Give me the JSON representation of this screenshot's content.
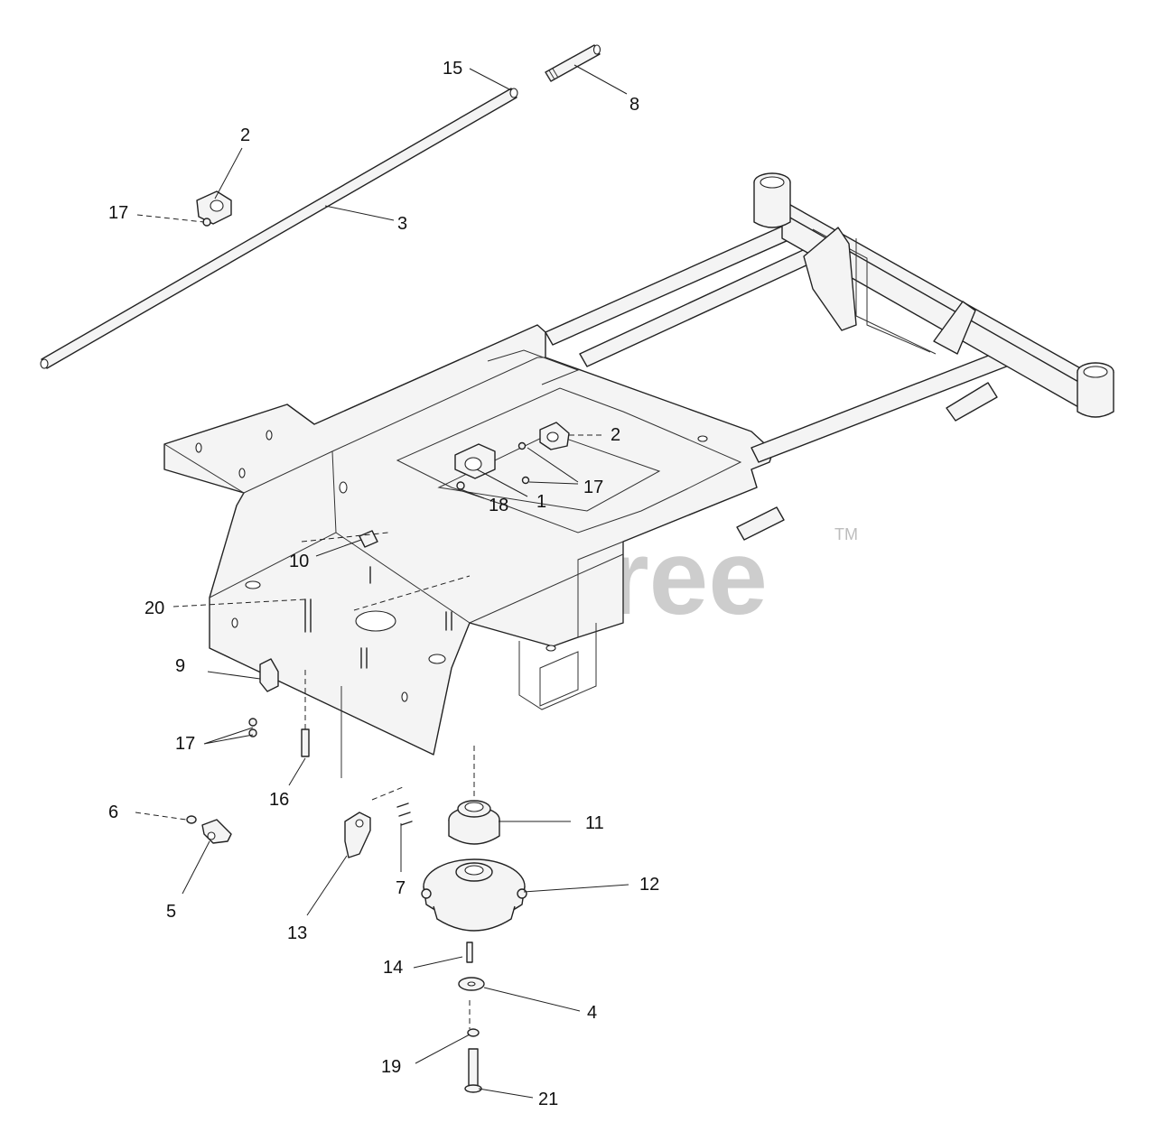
{
  "watermark": {
    "text": "PartsTree",
    "mark": "TM"
  },
  "callouts": [
    "15",
    "8",
    "2",
    "17",
    "3",
    "2",
    "17",
    "18",
    "1",
    "10",
    "20",
    "9",
    "17",
    "16",
    "6",
    "5",
    "13",
    "7",
    "11",
    "12",
    "14",
    "4",
    "19",
    "21"
  ]
}
